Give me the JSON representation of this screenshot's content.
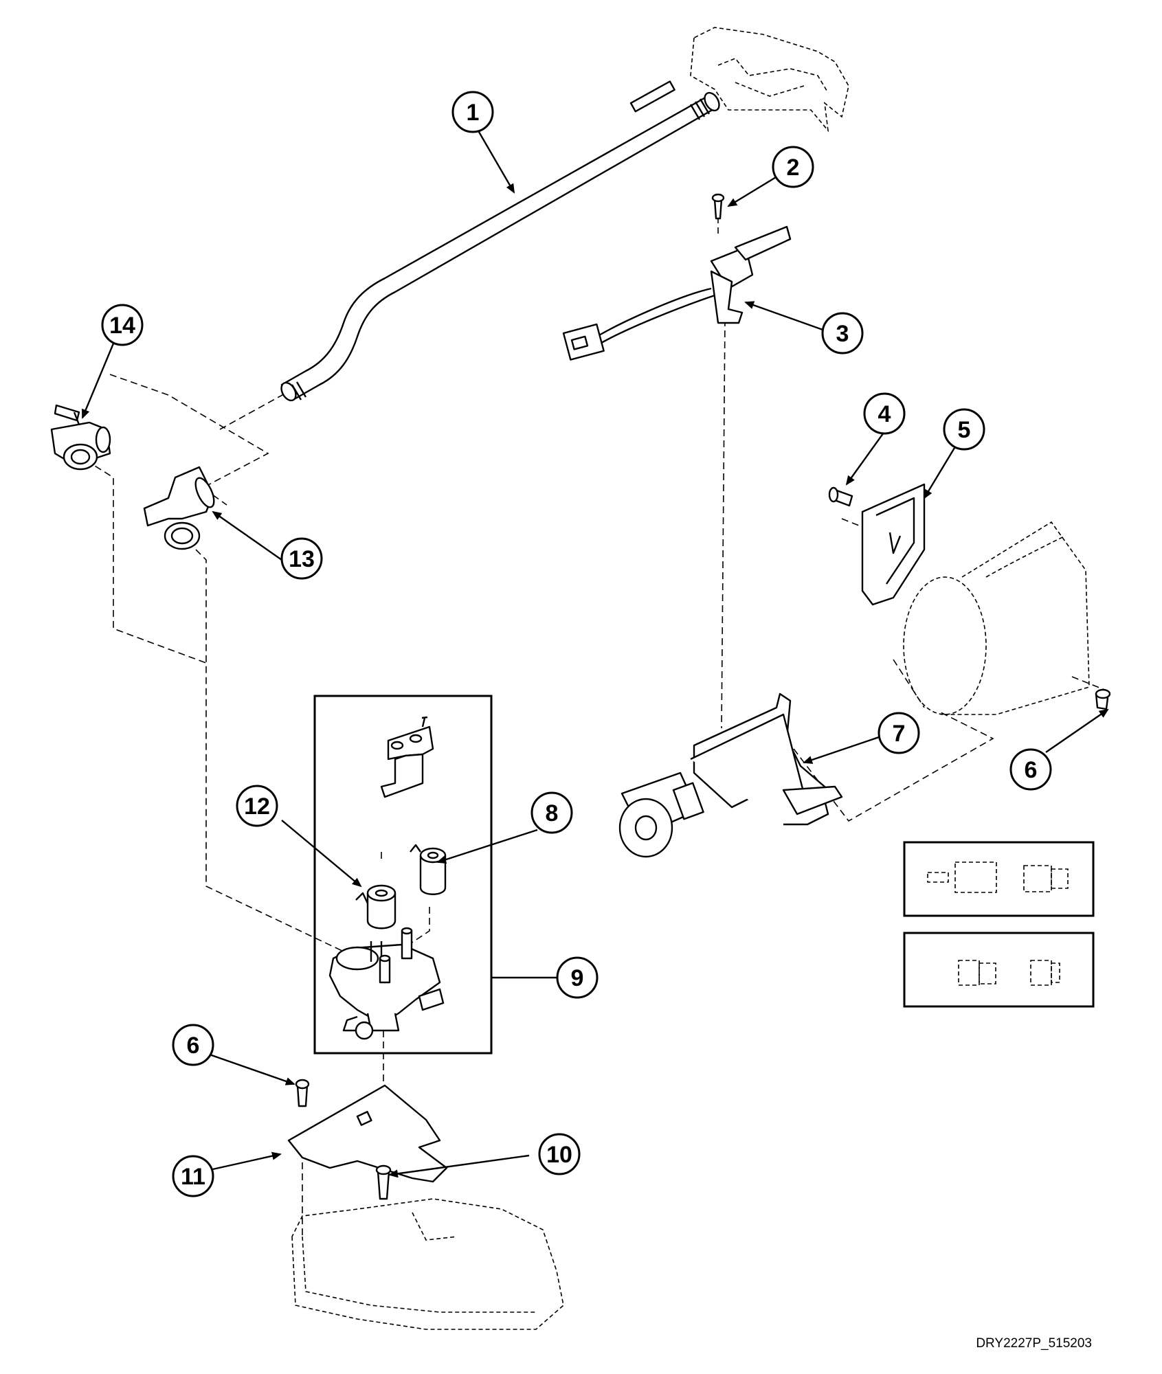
{
  "diagram": {
    "drawing_code": "DRY2227P_515203",
    "callouts": [
      "1",
      "2",
      "3",
      "4",
      "5",
      "6",
      "7",
      "8",
      "9",
      "10",
      "11",
      "12",
      "13",
      "14",
      "6"
    ]
  },
  "colors": {
    "line": "#000000",
    "background": "#ffffff"
  }
}
